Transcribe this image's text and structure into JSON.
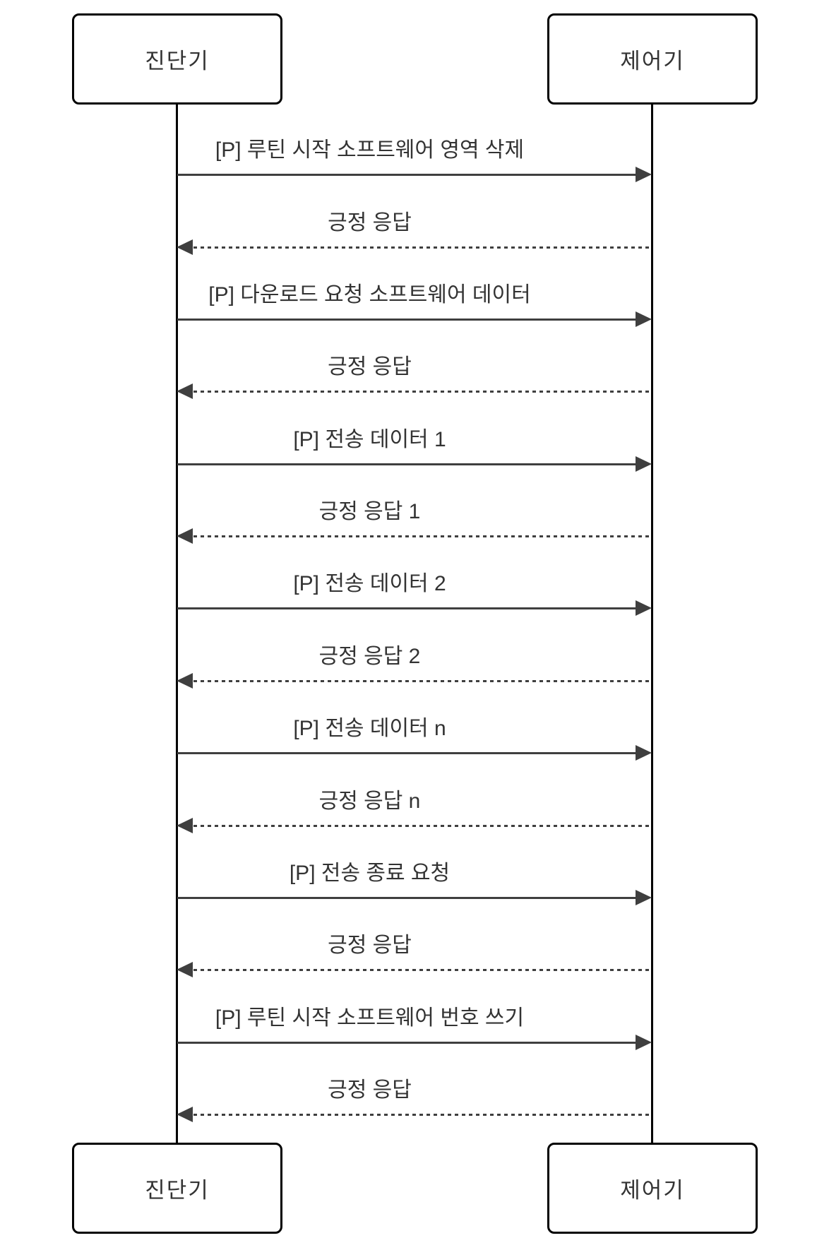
{
  "diagram": {
    "type": "sequence-diagram",
    "actors": {
      "left": {
        "label": "진단기"
      },
      "right": {
        "label": "제어기"
      }
    },
    "messages": [
      {
        "label": "[P] 루틴 시작 소프트웨어 영역 삭제",
        "from": "진단기",
        "to": "제어기",
        "style": "solid",
        "direction": "right"
      },
      {
        "label": "긍정 응답",
        "from": "제어기",
        "to": "진단기",
        "style": "dashed",
        "direction": "left"
      },
      {
        "label": "[P] 다운로드 요청 소프트웨어 데이터",
        "from": "진단기",
        "to": "제어기",
        "style": "solid",
        "direction": "right"
      },
      {
        "label": "긍정 응답",
        "from": "제어기",
        "to": "진단기",
        "style": "dashed",
        "direction": "left"
      },
      {
        "label": "[P] 전송 데이터 1",
        "from": "진단기",
        "to": "제어기",
        "style": "solid",
        "direction": "right"
      },
      {
        "label": "긍정 응답 1",
        "from": "제어기",
        "to": "진단기",
        "style": "dashed",
        "direction": "left"
      },
      {
        "label": "[P] 전송 데이터 2",
        "from": "진단기",
        "to": "제어기",
        "style": "solid",
        "direction": "right"
      },
      {
        "label": "긍정 응답 2",
        "from": "제어기",
        "to": "진단기",
        "style": "dashed",
        "direction": "left"
      },
      {
        "label": "[P] 전송 데이터 n",
        "from": "진단기",
        "to": "제어기",
        "style": "solid",
        "direction": "right"
      },
      {
        "label": "긍정 응답 n",
        "from": "제어기",
        "to": "진단기",
        "style": "dashed",
        "direction": "left"
      },
      {
        "label": "[P] 전송 종료 요청",
        "from": "진단기",
        "to": "제어기",
        "style": "solid",
        "direction": "right"
      },
      {
        "label": "긍정 응답",
        "from": "제어기",
        "to": "진단기",
        "style": "dashed",
        "direction": "left"
      },
      {
        "label": "[P] 루틴 시작 소프트웨어 번호 쓰기",
        "from": "진단기",
        "to": "제어기",
        "style": "solid",
        "direction": "right"
      },
      {
        "label": "긍정 응답",
        "from": "제어기",
        "to": "진단기",
        "style": "dashed",
        "direction": "left"
      }
    ],
    "colors": {
      "line": "#3f3f3f",
      "lifeline": "#000000",
      "box_border": "#000000",
      "box_fill": "#ffffff",
      "text": "#333333",
      "background": "#ffffff"
    }
  }
}
